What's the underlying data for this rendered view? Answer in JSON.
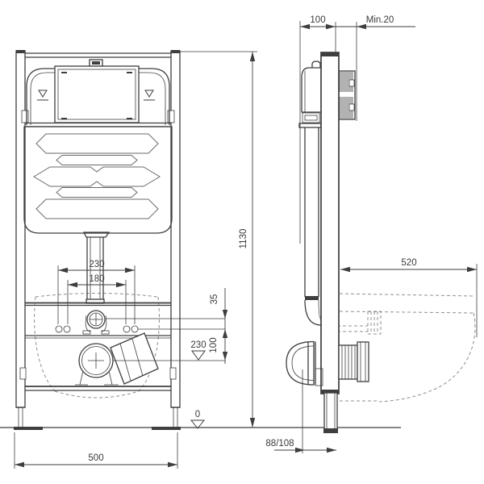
{
  "colors": {
    "line": "#3e3e3e",
    "dashed_line": "#8f8f8f",
    "text": "#3a3a3a",
    "background": "#ffffff"
  },
  "drawing": {
    "units": "mm",
    "labels": {
      "frame_depth": "100",
      "wall_clearance": "Min.20",
      "frame_height": "1130",
      "bowl_depth": "520",
      "bolt_spacing_outer": "230",
      "bolt_spacing_inner": "180",
      "supply_offset": "35",
      "drain_offset": "100",
      "drain_height": "230",
      "floor_level": "0",
      "frame_width": "500",
      "outlet_distance": "88/108"
    }
  }
}
